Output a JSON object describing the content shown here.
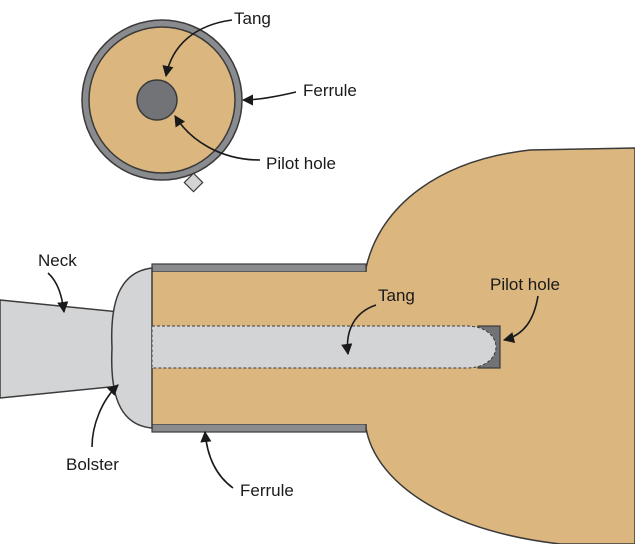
{
  "labels": {
    "end_view": {
      "tang": "Tang",
      "ferrule": "Ferrule",
      "pilot_hole": "Pilot hole"
    },
    "side_view": {
      "neck": "Neck",
      "tang": "Tang",
      "pilot_hole": "Pilot hole",
      "bolster": "Bolster",
      "ferrule": "Ferrule"
    }
  },
  "colors": {
    "wood": "#dbb77f",
    "metal": "#d3d4d6",
    "ferrule_metal": "#8a8b8e",
    "tang_end": "#727377",
    "outline": "#3a3a3a"
  }
}
